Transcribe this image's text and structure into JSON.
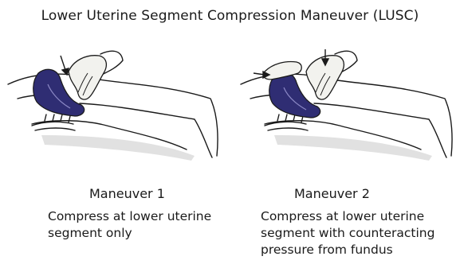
{
  "title": "Lower Uterine Segment Compression Maneuver (LUSC)",
  "panels": [
    {
      "label": "Maneuver 1",
      "description_lines": [
        "Compress at lower uterine",
        "segment only"
      ]
    },
    {
      "label": "Maneuver 2",
      "description_lines": [
        "Compress at lower uterine",
        "segment with counteracting",
        "pressure from fundus"
      ]
    }
  ],
  "colors": {
    "uterus": "#2f2d73",
    "outline": "#1a1a1a",
    "shadow": "#e1e1e1",
    "hand": "#f2f2ee"
  }
}
